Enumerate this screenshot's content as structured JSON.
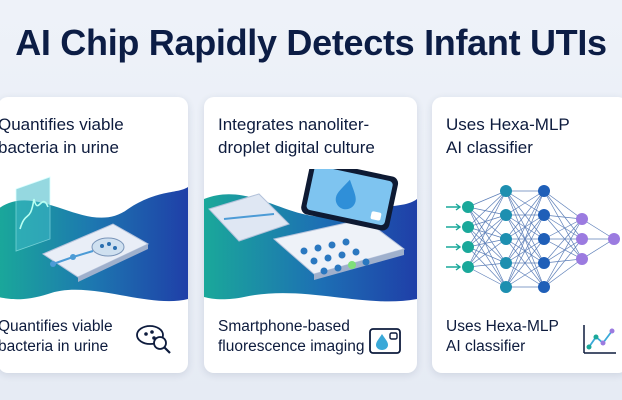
{
  "title": "AI Chip Rapidly Detects Infant UTIs",
  "cards": [
    {
      "heading_line1": "Quantifies viable",
      "heading_line2": "bacteria in urine",
      "footer_line1": "Quantifies viable",
      "footer_line2": "bacteria in urine",
      "footer_icon": "petri-dish-magnifier-icon"
    },
    {
      "heading_line1": "Integrates nanoliter-",
      "heading_line2": "droplet digital culture",
      "footer_line1": "Smartphone-based",
      "footer_line2": "fluorescence imaging",
      "footer_icon": "phone-camera-icon"
    },
    {
      "heading_line1": "Uses Hexa-MLP",
      "heading_line2": "AI classifier",
      "footer_line1": "Uses Hexa-MLP",
      "footer_line2": "AI classifier",
      "footer_icon": "neural-graph-icon"
    }
  ],
  "colors": {
    "navy_text": "#0c1d45",
    "wave_blue": "#1f3fa8",
    "wave_teal": "#1aa89a",
    "accent_purple": "#9b7be0"
  }
}
